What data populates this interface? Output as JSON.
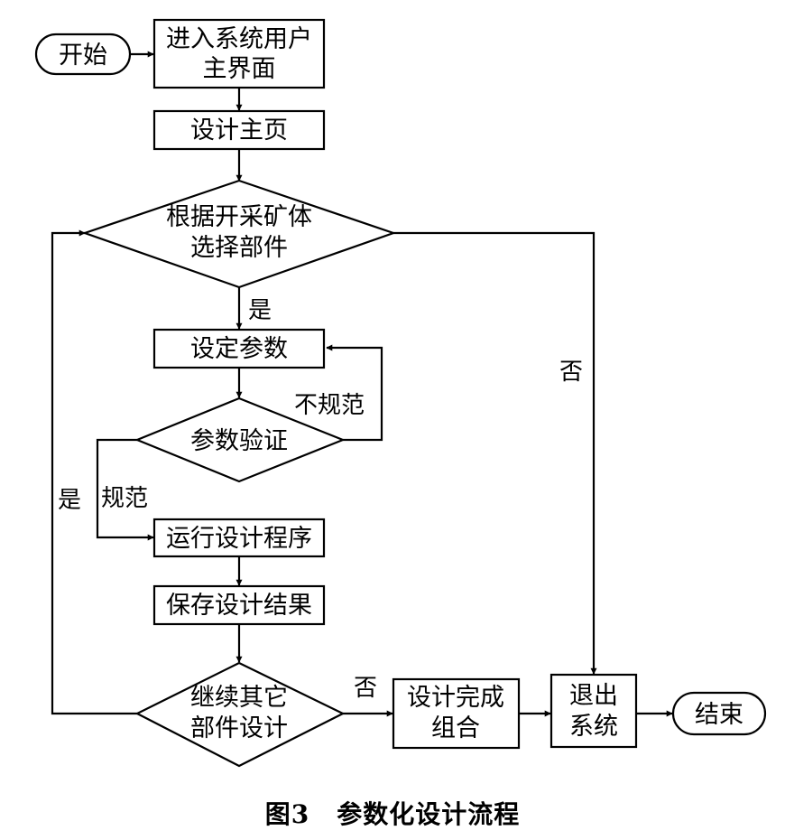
{
  "nodes": {
    "start": "开始",
    "enter_main": [
      "进入系统用户",
      "主界面"
    ],
    "design_home": "设计主页",
    "select_part": [
      "根据开采矿体",
      "选择部件"
    ],
    "set_params": "设定参数",
    "param_check": "参数验证",
    "run_program": "运行设计程序",
    "save_result": "保存设计结果",
    "continue_design": [
      "继续其它",
      "部件设计"
    ],
    "design_done": [
      "设计完成",
      "组合"
    ],
    "exit_system": [
      "退出",
      "系统"
    ],
    "end": "结束"
  },
  "edge_labels": {
    "yes_select": "是",
    "no_select": "否",
    "invalid": "不规范",
    "valid": "规范",
    "yes_continue": "是",
    "no_continue": "否"
  },
  "caption": {
    "figure": "图3",
    "title": "参数化设计流程"
  }
}
